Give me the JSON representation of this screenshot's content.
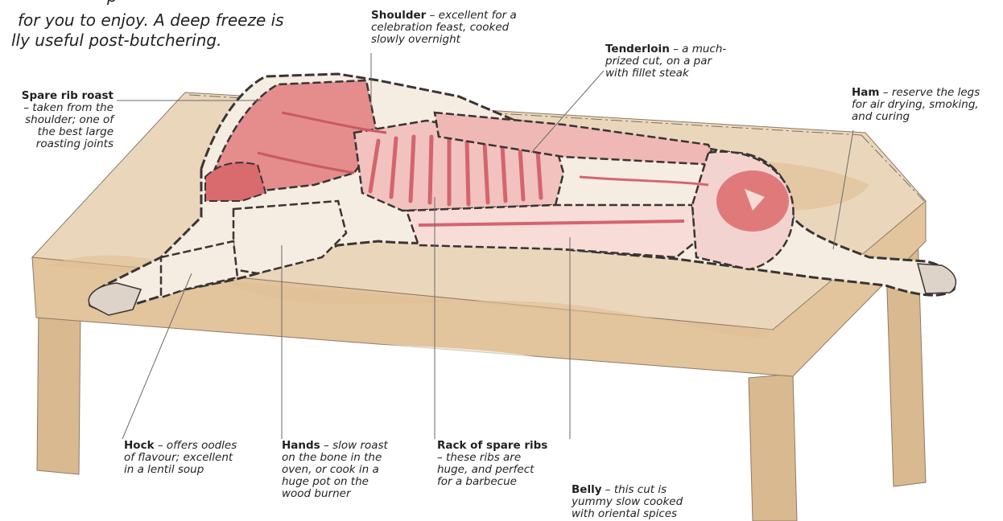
{
  "intro": {
    "lines": [
      "p",
      "for you to enjoy. A deep freeze is",
      "lly useful post-butchering."
    ]
  },
  "cuts": [
    {
      "name": "Shoulder",
      "sep": " – ",
      "desc": [
        "excellent for a",
        "celebration feast, cooked",
        "slowly overnight"
      ]
    },
    {
      "name": "Tenderloin",
      "sep": " – ",
      "desc": [
        "a much-",
        "prized cut, on a par",
        "with fillet steak"
      ]
    },
    {
      "name": "Ham",
      "sep": " – ",
      "desc": [
        "reserve the legs",
        "for air drying, smoking,",
        "and curing"
      ]
    },
    {
      "name": "Spare rib roast",
      "sep": "",
      "desc": [
        "– taken from the",
        "shoulder; one of",
        "the best large",
        "roasting joints"
      ]
    },
    {
      "name": "Hock",
      "sep": " – ",
      "desc": [
        "offers oodles",
        "of flavour; excellent",
        "in a lentil soup"
      ]
    },
    {
      "name": "Hands",
      "sep": " – ",
      "desc": [
        "slow roast",
        "on the bone in the",
        "oven, or cook in a",
        "huge pot on the",
        "wood burner"
      ]
    },
    {
      "name": "Rack of spare ribs",
      "sep": "",
      "desc": [
        "– these ribs are",
        "huge, and perfect",
        "for a barbecue"
      ]
    },
    {
      "name": "Belly",
      "sep": " – ",
      "desc": [
        "this cut is",
        "yummy slow cooked",
        "with oriental spices"
      ]
    }
  ],
  "colors": {
    "table_top": "#e8d3b4",
    "table_side": "#d9b98f",
    "table_shadow": "#c9a57c",
    "meat": "#e07a7a",
    "meat_dark": "#c95a5f",
    "fat": "#f6dcd6",
    "skin": "#f5ece2",
    "outline": "#3a3433",
    "leader": "#6e6a68"
  }
}
